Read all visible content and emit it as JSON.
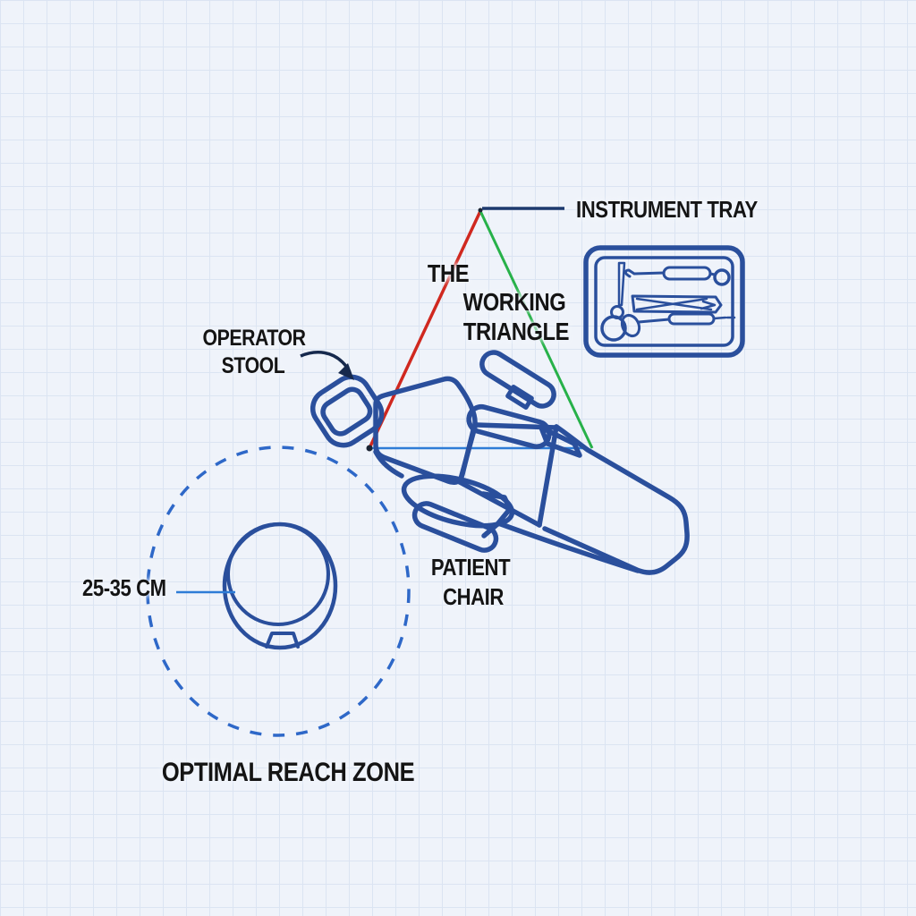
{
  "title": "Dental operatory ergonomics blueprint diagram",
  "labels": {
    "instrument_tray": "INSTRUMENT TRAY",
    "working_triangle_line1": "THE",
    "working_triangle_line2": "WORKING",
    "working_triangle_line3": "TRIANGLE",
    "operator_stool_line1": "OPERATOR",
    "operator_stool_line2": "STOOL",
    "patient_chair_line1": "PATIENT",
    "patient_chair_line2": "CHAIR",
    "reach_distance": "25-35 CM",
    "optimal_reach_zone": "OPTIMAL REACH ZONE"
  },
  "diagram": {
    "working_triangle_vertices": [
      "instrument tray",
      "operator position at patient head",
      "chair foot end"
    ],
    "reach_distance_cm": "25-35",
    "zone_shape": "dashed circle around operator stool"
  },
  "colors": {
    "background": "#eff3fa",
    "grid_line": "#dbe4f2",
    "line_art": "#2a4f9c",
    "triangle_red": "#d0281f",
    "triangle_green": "#27b149",
    "triangle_base_blue": "#2e7cd6",
    "leader_navy": "#1d3a6e",
    "dashed_zone_blue": "#2e68c8",
    "text_color": "#141414"
  }
}
